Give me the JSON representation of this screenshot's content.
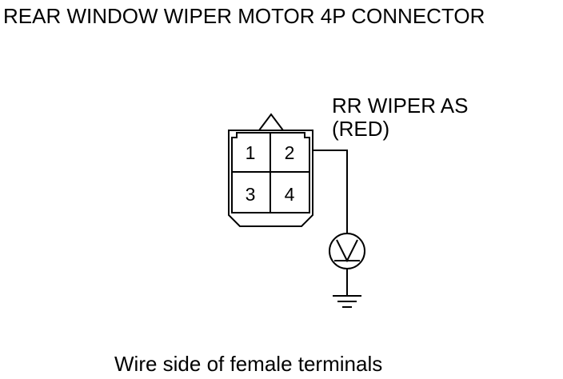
{
  "title": "REAR WINDOW WIPER MOTOR 4P CONNECTOR",
  "connector": {
    "terminals": [
      "1",
      "2",
      "3",
      "4"
    ]
  },
  "wire": {
    "name": "RR WIPER AS",
    "color": "(RED)"
  },
  "meter_icon": "voltmeter-icon",
  "ground_icon": "ground-icon",
  "caption": "Wire side of female terminals"
}
